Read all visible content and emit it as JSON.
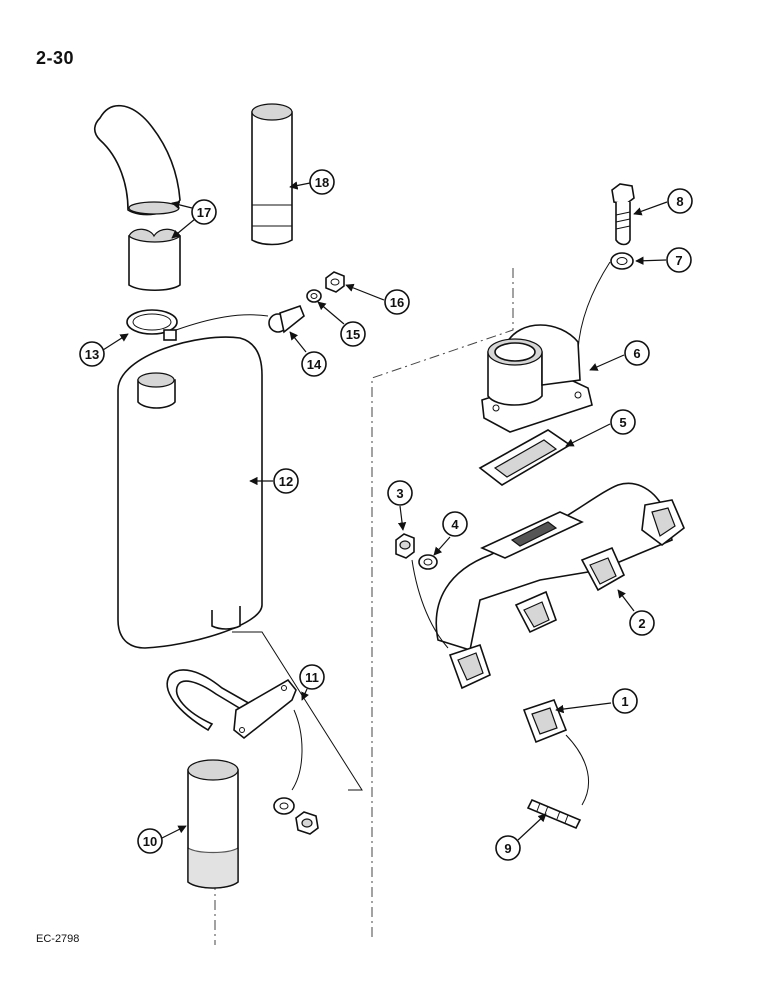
{
  "page": {
    "number": "2-30",
    "reference_code": "EC-2798"
  },
  "callouts": {
    "c1": "1",
    "c2": "2",
    "c3": "3",
    "c4": "4",
    "c5": "5",
    "c6": "6",
    "c7": "7",
    "c8": "8",
    "c9": "9",
    "c10": "10",
    "c11": "11",
    "c12": "12",
    "c13": "13",
    "c14": "14",
    "c15": "15",
    "c16": "16",
    "c17": "17",
    "c18": "18"
  }
}
